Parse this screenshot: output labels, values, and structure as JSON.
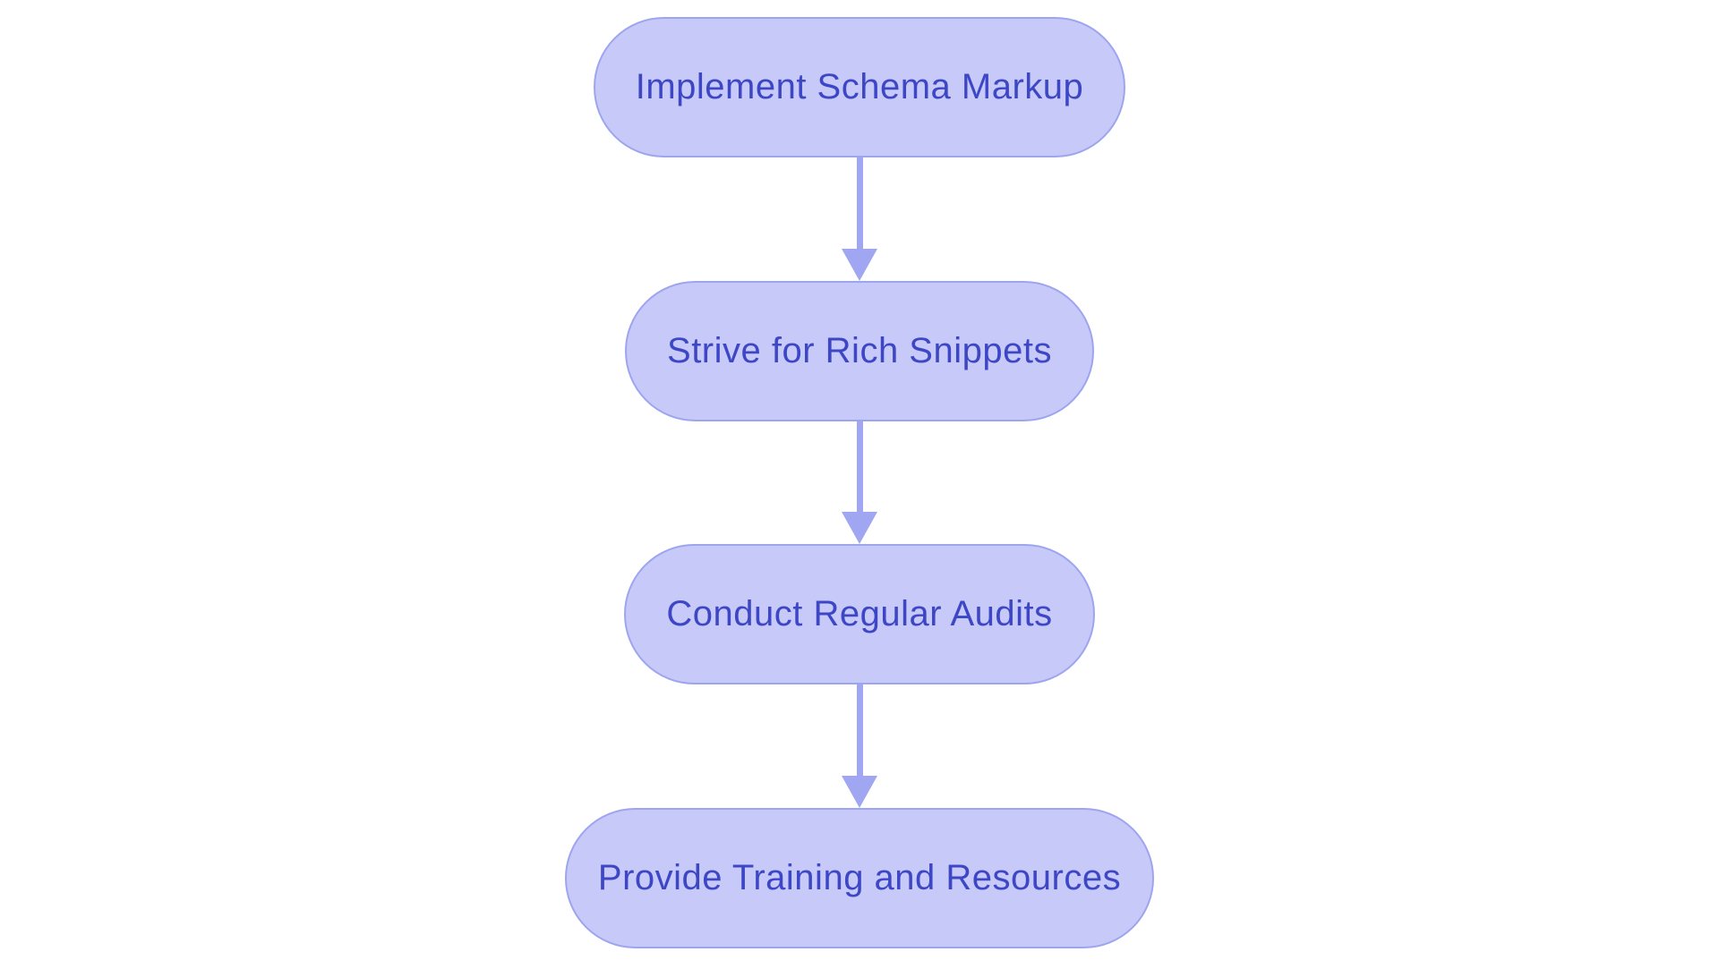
{
  "diagram": {
    "type": "flowchart",
    "direction": "top-down",
    "background_color": "#ffffff",
    "node_fill_color": "#c7c9f8",
    "node_border_color": "#9ea5ef",
    "node_text_color": "#3d47c6",
    "arrow_color": "#a0a6f1",
    "nodes": [
      {
        "id": "n1",
        "label": "Implement Schema Markup"
      },
      {
        "id": "n2",
        "label": "Strive for Rich Snippets"
      },
      {
        "id": "n3",
        "label": "Conduct Regular Audits"
      },
      {
        "id": "n4",
        "label": "Provide Training and Resources"
      }
    ],
    "edges": [
      {
        "from": "n1",
        "to": "n2"
      },
      {
        "from": "n2",
        "to": "n3"
      },
      {
        "from": "n3",
        "to": "n4"
      }
    ]
  }
}
